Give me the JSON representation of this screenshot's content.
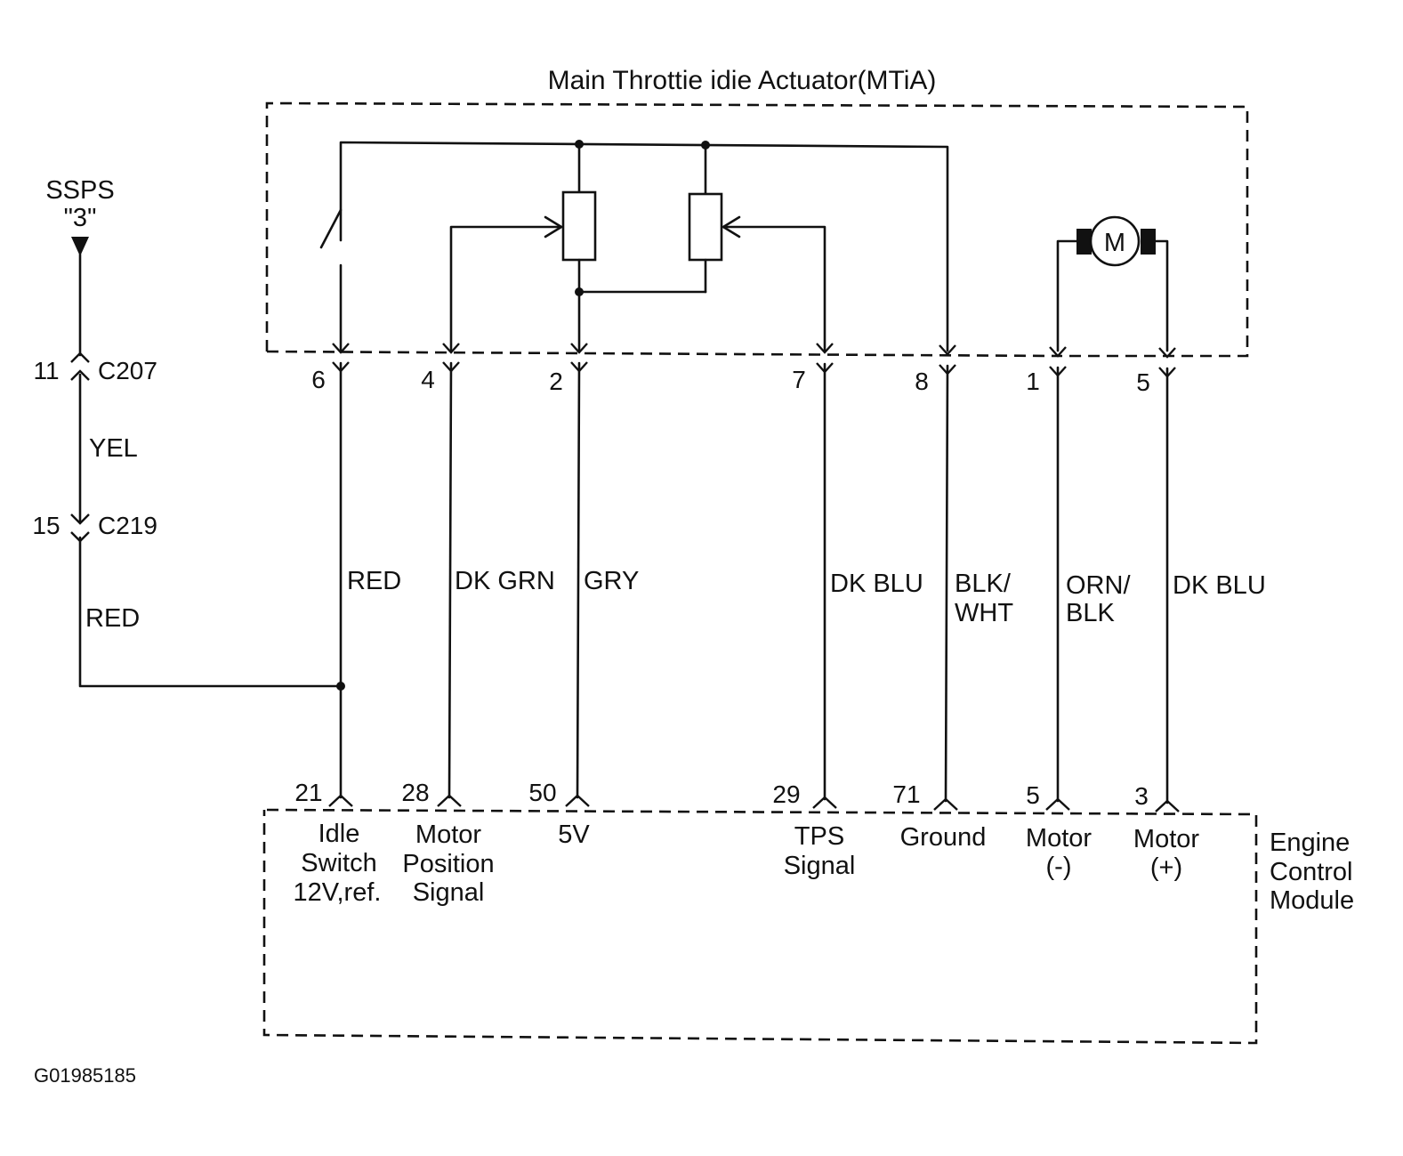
{
  "actuator": {
    "title": "Main Throttie idie Actuator(MTiA)",
    "motor_symbol": "M",
    "pins": {
      "p6": "6",
      "p4": "4",
      "p2": "2",
      "p7": "7",
      "p8": "8",
      "p1": "1",
      "p5": "5"
    }
  },
  "supply": {
    "source_name": "SSPS",
    "source_number": "\"3\"",
    "connector_top": {
      "pin": "11",
      "name": "C207"
    },
    "connector_bottom": {
      "pin": "15",
      "name": "C219"
    },
    "wire_between": "YEL",
    "wire_below": "RED"
  },
  "wires": {
    "w6": "RED",
    "w4": "DK GRN",
    "w2": "GRY",
    "w7": "DK BLU",
    "w8_line1": "BLK/",
    "w8_line2": "WHT",
    "w1_line1": "ORN/",
    "w1_line2": "BLK",
    "w5": "DK BLU"
  },
  "ecm": {
    "title_line1": "Engine",
    "title_line2": "Control",
    "title_line3": "Module",
    "pins": {
      "t21": "21",
      "t28": "28",
      "t50": "50",
      "t29": "29",
      "t71": "71",
      "t5": "5",
      "t3": "3"
    },
    "terminals": {
      "idle_l1": "Idle",
      "idle_l2": "Switch",
      "idle_l3": "12V,ref.",
      "motorpos_l1": "Motor",
      "motorpos_l2": "Position",
      "motorpos_l3": "Signal",
      "v5": "5V",
      "tps_l1": "TPS",
      "tps_l2": "Signal",
      "ground": "Ground",
      "motorneg_l1": "Motor",
      "motorneg_l2": "(-)",
      "motorpos2_l1": "Motor",
      "motorpos2_l2": "(+)"
    }
  },
  "figure_id": "G01985185"
}
